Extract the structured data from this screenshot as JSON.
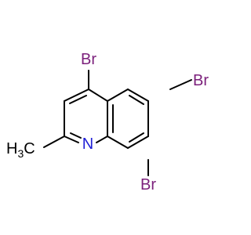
{
  "molecule": {
    "atoms": {
      "br_top": "Br",
      "br_right": "Br",
      "br_bottom": "Br",
      "nitrogen": "N",
      "methyl_prefix": "H",
      "methyl_subscript": "3",
      "methyl_suffix": "C"
    },
    "colors": {
      "bond": "#000000",
      "bromine": "#7b1f7b",
      "nitrogen": "#1f1fd6",
      "carbon_label": "#000000"
    }
  }
}
